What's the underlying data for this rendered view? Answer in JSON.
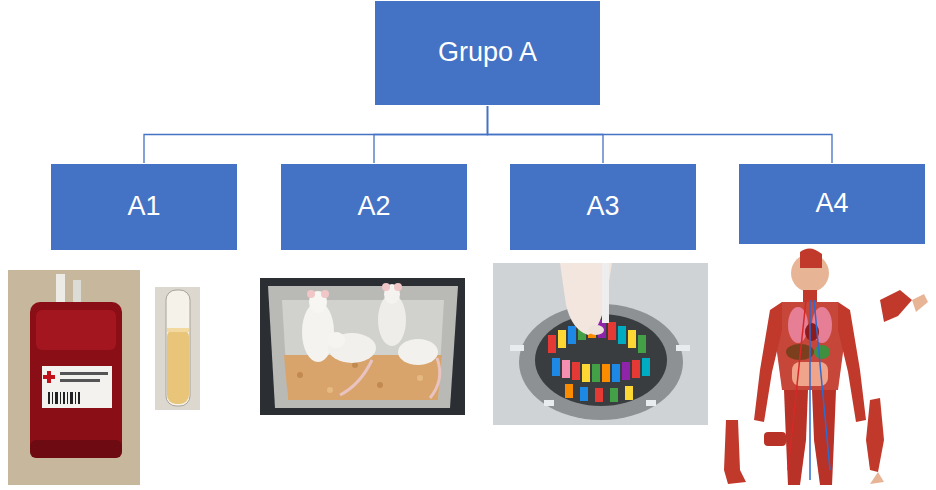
{
  "diagram": {
    "nodes": [
      {
        "text": [
          "Grupo A"
        ]
      },
      {
        "text": [
          "A1"
        ]
      },
      {
        "text": [
          "A2"
        ]
      },
      {
        "text": [
          "A3"
        ]
      },
      {
        "text": [
          "A4"
        ]
      }
    ],
    "edges": [
      {
        "from": 0,
        "to": 1,
        "arrow": "none"
      },
      {
        "from": 0,
        "to": 2,
        "arrow": "none"
      },
      {
        "from": 0,
        "to": 3,
        "arrow": "none"
      },
      {
        "from": 0,
        "to": 4,
        "arrow": "none"
      }
    ]
  }
}
